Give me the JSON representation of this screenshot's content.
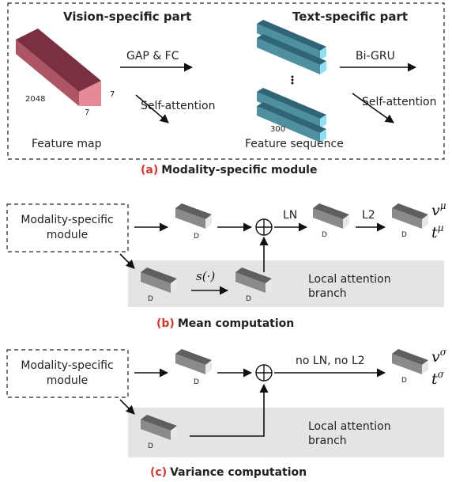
{
  "panel_a": {
    "vision_title": "Vision-specific part",
    "text_title": "Text-specific part",
    "dim_2048": "2048",
    "dim_7a": "7",
    "dim_7b": "7",
    "dim_300": "300",
    "gap_fc": "GAP & FC",
    "self_attention_1": "Self-attention",
    "bi_gru": "Bi-GRU",
    "self_attention_2": "Self-attention",
    "feature_map": "Feature map",
    "feature_sequence": "Feature sequence",
    "caption_tag": "(a)",
    "caption": "Modality-specific module"
  },
  "panel_b": {
    "module_line1": "Modality-specific",
    "module_line2": "module",
    "d1": "D",
    "d2": "D",
    "d3": "D",
    "d4": "D",
    "d5": "D",
    "ln": "LN",
    "l2": "L2",
    "s_func": "s(·)",
    "branch_line1": "Local attention",
    "branch_line2": "branch",
    "v_mu": "v",
    "v_mu_sup": "μ",
    "t_mu": "t",
    "t_mu_sup": "μ",
    "caption_tag": "(b)",
    "caption": "Mean computation"
  },
  "panel_c": {
    "module_line1": "Modality-specific",
    "module_line2": "module",
    "d1": "D",
    "d2": "D",
    "d3": "D",
    "no_ln_l2": "no LN, no L2",
    "branch_line1": "Local attention",
    "branch_line2": "branch",
    "v_sigma": "v",
    "v_sigma_sup": "σ",
    "t_sigma": "t",
    "t_sigma_sup": "σ",
    "caption_tag": "(c)",
    "caption": "Variance computation"
  },
  "colors": {
    "feature_map_front": "#e78a98",
    "feature_map_top": "#7a3040",
    "feature_map_side": "#a84b5c",
    "seq_front": "#4e8fa0",
    "seq_top": "#2f6577",
    "seq_end": "#8fe0f2",
    "cube_front": "#8a8a8a",
    "cube_end": "#e8e8e8",
    "gray_panel": "#e4e4e4",
    "caption_red": "#d9362b"
  }
}
